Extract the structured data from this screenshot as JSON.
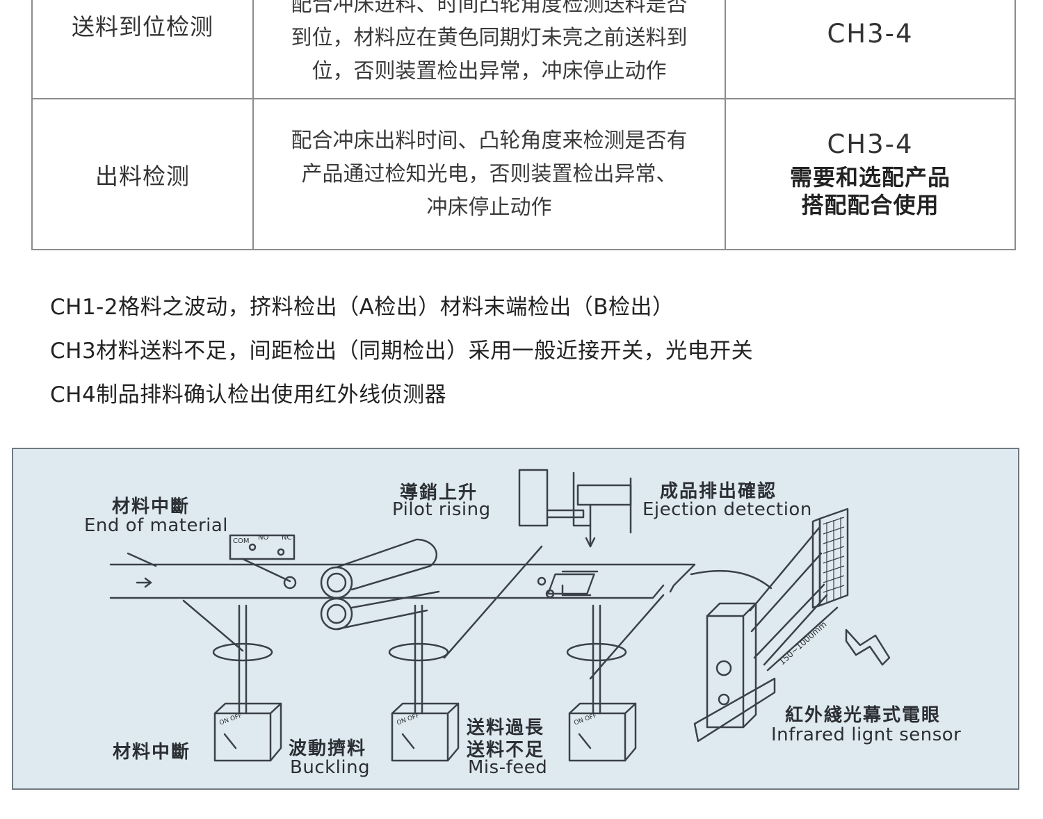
{
  "table": {
    "rows": [
      {
        "name": "送料到位检测",
        "description": [
          "配合冲床进料、时间凸轮角度检测送料是否",
          "到位，材料应在黄色同期灯未亮之前送料到",
          "位，否则装置检出异常，冲床停止动作"
        ],
        "code": "CH3-4",
        "note": []
      },
      {
        "name": "出料检测",
        "description": [
          "配合冲床出料时间、凸轮角度来检测是否有",
          "产品通过检知光电，否则装置检出异常、",
          "冲床停止动作"
        ],
        "code": "CH3-4",
        "note": [
          "需要和选配产品",
          "搭配配合使用"
        ]
      }
    ]
  },
  "notes": [
    "CH1-2格料之波动，挤料检出（A检出）材料末端检出（B检出）",
    "CH3材料送料不足，间距检出（同期检出）采用一般近接开关，光电开关",
    "CH4制品排料确认检出使用红外线侦测器"
  ],
  "diagram": {
    "labels": {
      "end_of_material_cn": "材料中斷",
      "end_of_material_en": "End of material",
      "pilot_rising_cn": "導銷上升",
      "pilot_rising_en": "Pilot rising",
      "ejection_cn": "成品排出確認",
      "ejection_en": "Ejection detection",
      "material_break_cn": "材料中斷",
      "buckling_cn": "波動擠料",
      "buckling_en": "Buckling",
      "misfeed_cn_1": "送料過長",
      "misfeed_cn_2": "送料不足",
      "misfeed_en": "Mis-feed",
      "infrared_cn": "紅外綫光幕式電眼",
      "infrared_en": "Infrared lignt sensor",
      "switch_com": "COM",
      "switch_no": "NO",
      "switch_nc": "NC",
      "stand_onoff": "ON OFF",
      "range": "150~1000mm"
    }
  }
}
